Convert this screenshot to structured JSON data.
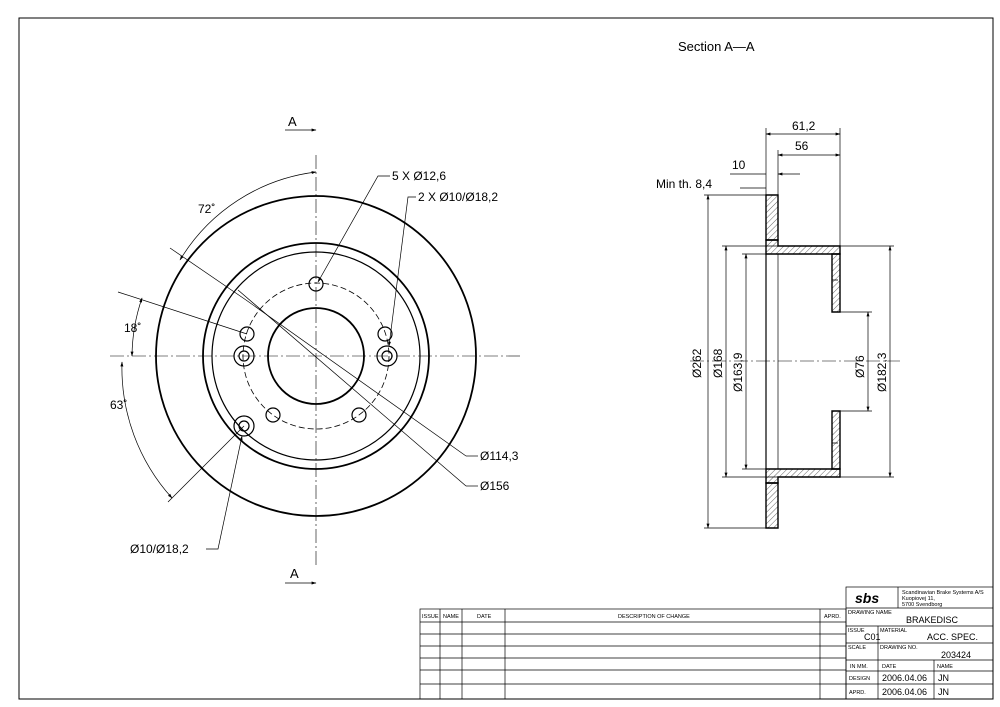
{
  "section_title": "Section A—A",
  "front_view": {
    "section_marker_top": "A",
    "section_marker_bottom": "A",
    "bolt_holes": "5 X Ø12,6",
    "pin_holes": "2 X Ø10/Ø18,2",
    "angle_72": "72˚",
    "angle_18": "18˚",
    "angle_63": "63˚",
    "pcd": "Ø114,3",
    "hub_circle": "Ø156",
    "pin_hole_note": "Ø10/Ø18,2"
  },
  "section_view": {
    "width_total": "61,2",
    "hat_depth": "56",
    "thickness": "10",
    "min_thickness": "Min th. 8,4",
    "outer_dia": "Ø262",
    "dia_168": "Ø168",
    "dia_163": "Ø163,9",
    "center_bore": "Ø76",
    "dia_182": "Ø182,3"
  },
  "change_table": {
    "headers": [
      "ISSUE",
      "NAME",
      "DATE",
      "DESCRIPTION OF CHANGE",
      "APRD."
    ]
  },
  "title_block": {
    "logo": "sbs",
    "company": [
      "Scandinavian Brake Systems A/S",
      "Kuopiovej 11,",
      "5700 Svendborg"
    ],
    "drawing_name_label": "DRAWING NAME",
    "drawing_name": "BRAKEDISC",
    "issue_label": "ISSUE",
    "issue": "C01",
    "material_label": "MATERIAL",
    "material": "ACC. SPEC.",
    "scale_label": "SCALE",
    "drawing_no_label": "DRAWING NO.",
    "drawing_no": "203424",
    "units_label": "IN MM.",
    "date_label": "DATE",
    "name_label": "NAME",
    "design_label": "DESIGN",
    "design_date": "2006.04.06",
    "design_name": "JN",
    "aprd_label": "APRD.",
    "aprd_date": "2006.04.06",
    "aprd_name": "JN"
  }
}
